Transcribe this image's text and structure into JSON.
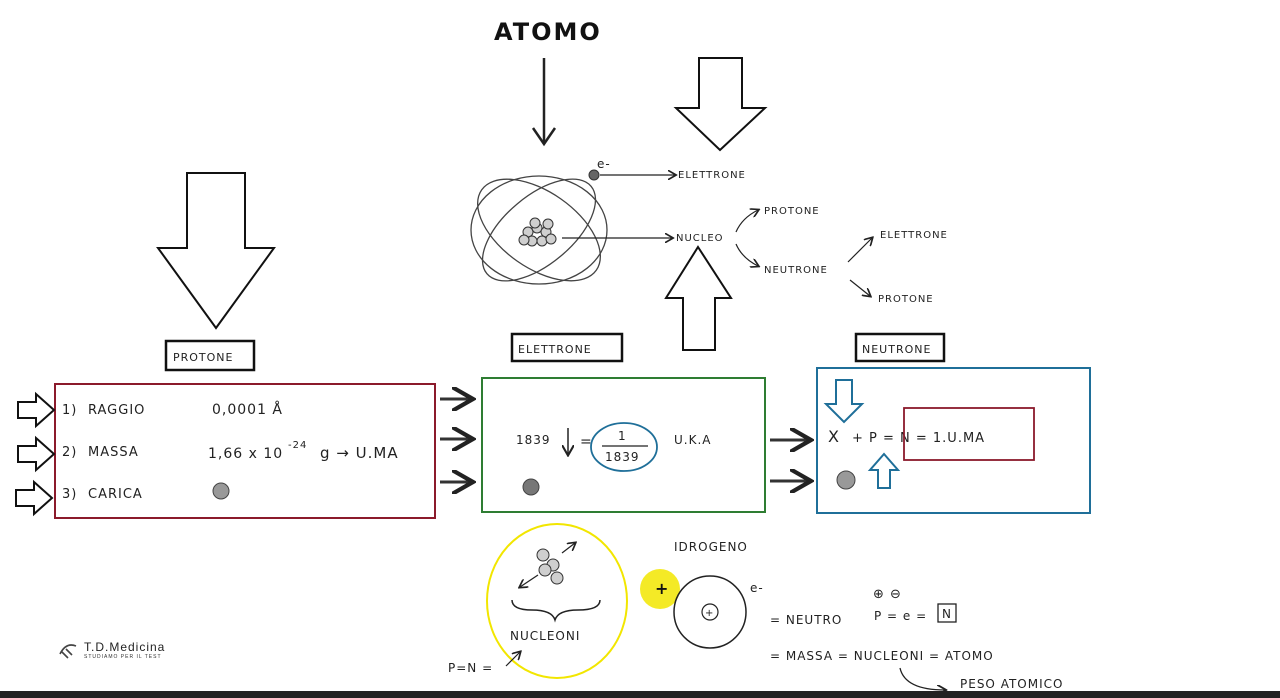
{
  "title": "ATOMO",
  "electron_symbol": "e-",
  "top_labels": {
    "elettrone": "ELETTRONE",
    "nucleo": "NUCLEO",
    "protone": "PROTONE",
    "neutrone": "NEUTRONE",
    "elettrone_2": "ELETTRONE",
    "protone_2": "PROTONE"
  },
  "boxes": {
    "protone": {
      "label": "PROTONE",
      "rows": [
        {
          "index": "1)",
          "name": "RAGGIO",
          "value": "0,0001 Å"
        },
        {
          "index": "2)",
          "name": "MASSA",
          "value": "1,66 x 10",
          "exp": "-24",
          "unit": "g → U.MA"
        },
        {
          "index": "3)",
          "name": "CARICA",
          "value": ""
        }
      ]
    },
    "elettrone": {
      "label": "ELETTRONE",
      "mass_ratio": "1839",
      "numerator": "1",
      "denominator": "1839",
      "unit": "U.K.A"
    },
    "neutrone": {
      "label": "NEUTRONE",
      "equation": "+ P = N = 1.U.MA"
    }
  },
  "bottom": {
    "nucleoni": "NUCLEONI",
    "p_eq_n": "P=N =",
    "idrogeno": "IDROGENO",
    "plus": "+",
    "neutro": "= NEUTRO",
    "charges": "⊕ ⊖",
    "p_eq_e": "P = e =",
    "n_box": "N",
    "massa_line": "= MASSA  = NUCLEONI = ATOMO",
    "peso": "PESO ATOMICO"
  },
  "logo": {
    "title": "T.D.Medicina",
    "subtitle": "STUDIAMO PER IL TEST"
  },
  "colors": {
    "protone_box": "#8b1a2b",
    "elettrone_box": "#2e7d32",
    "neutrone_box": "#1f6f99",
    "highlight": "#f2e600",
    "ink": "#222222"
  }
}
